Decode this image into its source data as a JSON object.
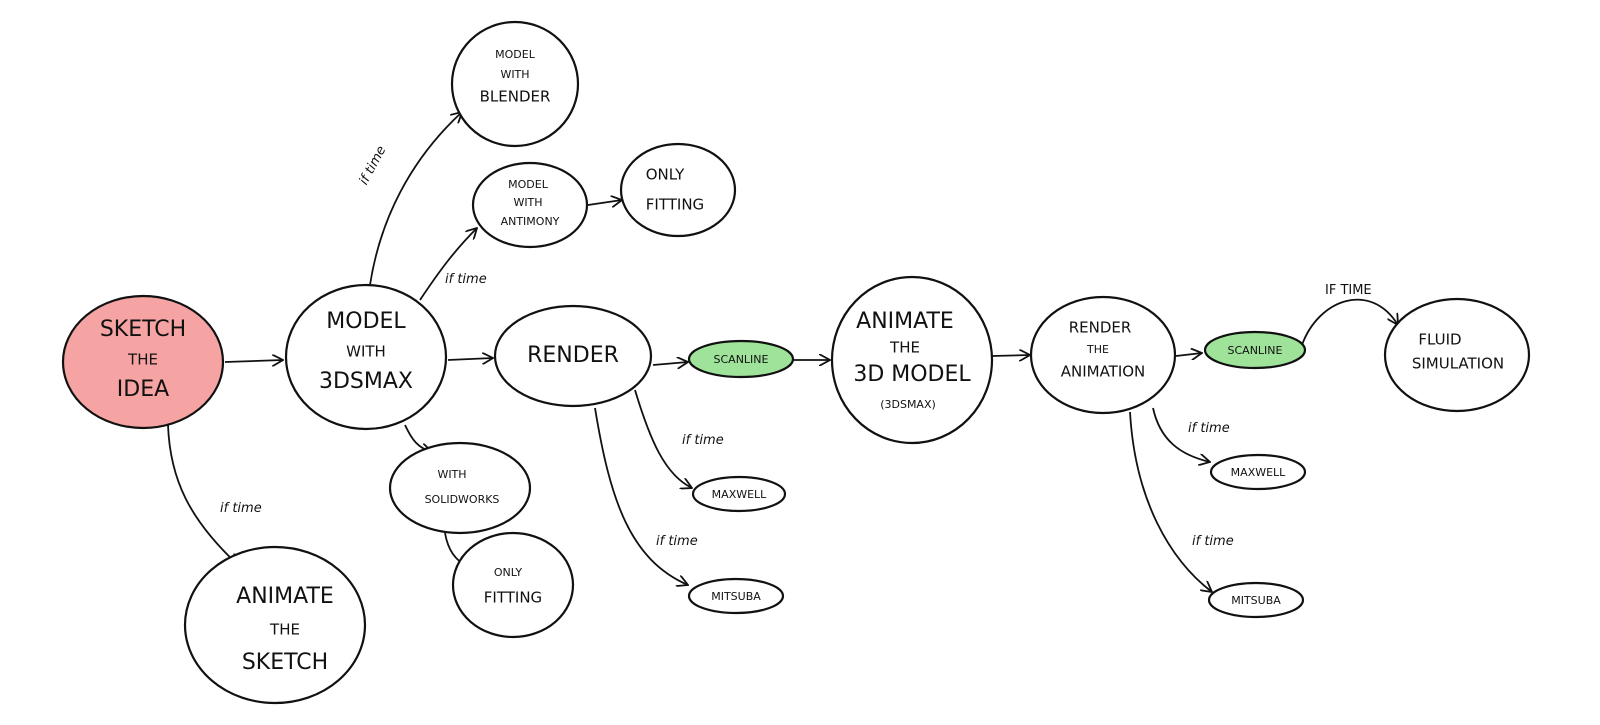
{
  "nodes": {
    "sketch_idea": {
      "lines": [
        "SKETCH",
        "THE",
        "IDEA"
      ],
      "fill": "#f6a3a3"
    },
    "model_3dsmax": {
      "lines": [
        "MODEL",
        "WITH",
        "3DSMAX"
      ]
    },
    "model_blender": {
      "lines": [
        "MODEL",
        "WITH",
        "BLENDER"
      ]
    },
    "model_antimony": {
      "lines": [
        "MODEL",
        "WITH",
        "ANTIMONY"
      ]
    },
    "only_fitting_1": {
      "lines": [
        "ONLY",
        "FITTING"
      ]
    },
    "with_solidworks": {
      "lines": [
        "WITH",
        "SOLIDWORKS"
      ]
    },
    "only_fitting_2": {
      "lines": [
        "ONLY",
        "FITTING"
      ]
    },
    "render": {
      "lines": [
        "RENDER"
      ]
    },
    "scanline_1": {
      "lines": [
        "SCANLINE"
      ],
      "fill": "#9fe39a"
    },
    "maxwell_1": {
      "lines": [
        "MAXWELL"
      ]
    },
    "mitsuba_1": {
      "lines": [
        "MITSUBA"
      ]
    },
    "animate_3d_model": {
      "lines": [
        "ANIMATE",
        "THE",
        "3D MODEL",
        "(3DSMAX)"
      ]
    },
    "render_animation": {
      "lines": [
        "RENDER",
        "THE",
        "ANIMATION"
      ]
    },
    "scanline_2": {
      "lines": [
        "SCANLINE"
      ],
      "fill": "#9fe39a"
    },
    "fluid_simulation": {
      "lines": [
        "FLUID",
        "SIMULATION"
      ]
    },
    "maxwell_2": {
      "lines": [
        "MAXWELL"
      ]
    },
    "mitsuba_2": {
      "lines": [
        "MITSUBA"
      ]
    },
    "animate_sketch": {
      "lines": [
        "ANIMATE",
        "THE",
        "SKETCH"
      ]
    }
  },
  "edge_labels": {
    "if_time": "if time",
    "if_time_upper": "IF TIME"
  }
}
